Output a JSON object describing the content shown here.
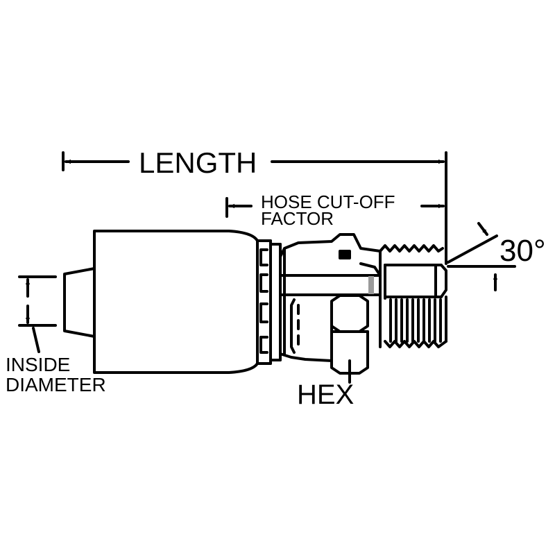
{
  "labels": {
    "length": "LENGTH",
    "hose_cutoff_line1": "HOSE CUT-OFF",
    "hose_cutoff_line2": "FACTOR",
    "angle": "30°",
    "inside_diameter_line1": "INSIDE",
    "inside_diameter_line2": "DIAMETER",
    "hex": "HEX"
  },
  "colors": {
    "line": "#000000",
    "background": "#ffffff",
    "accent_stripe": "#9a9a9a"
  }
}
